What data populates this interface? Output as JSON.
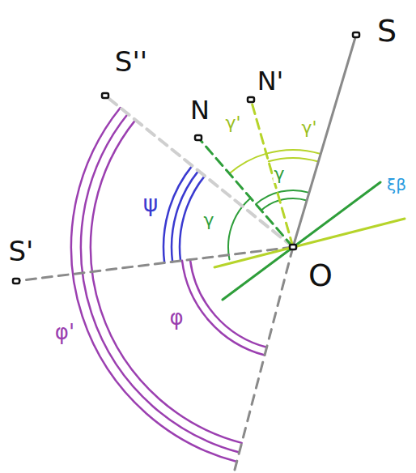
{
  "diagram": {
    "labels": [
      "S",
      "S''",
      "N",
      "N'",
      "γ'",
      "γ'",
      "γ",
      "γ",
      "ξβ",
      "ψ",
      "S'",
      "O",
      "φ'",
      "φ"
    ]
  }
}
